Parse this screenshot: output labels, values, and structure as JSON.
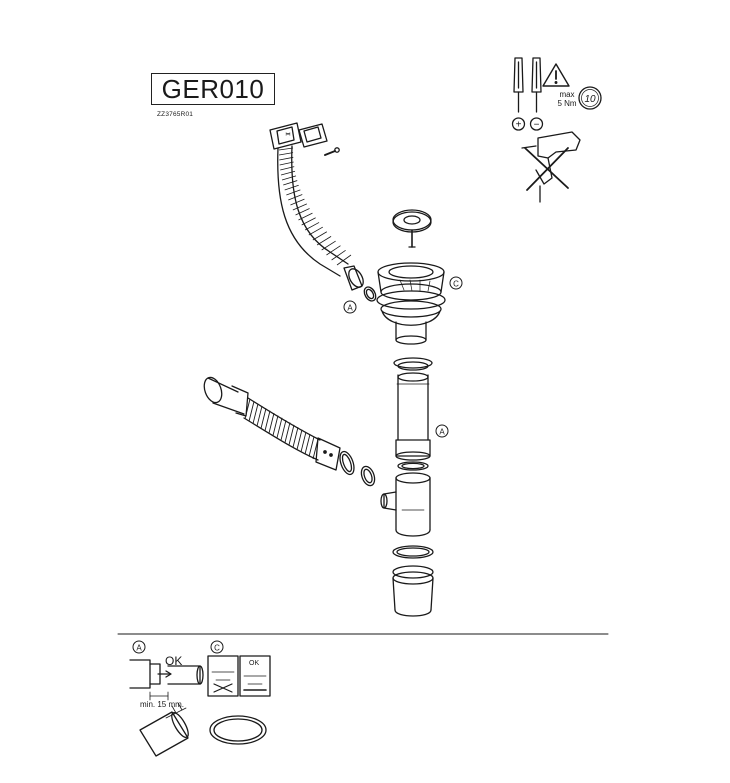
{
  "header": {
    "model_code": "GER010",
    "reference_code": "ZZ3765R01"
  },
  "tools": {
    "torque_max_label": "max",
    "torque_value": "5 Nm",
    "count_badge": "10",
    "plus_symbol": "+",
    "minus_symbol": "−"
  },
  "callouts": {
    "a": "A",
    "c": "C"
  },
  "detail_a": {
    "ok_label": "OK",
    "min_label": "min. 15 mm."
  },
  "detail_c": {
    "ok_label": "OK"
  }
}
